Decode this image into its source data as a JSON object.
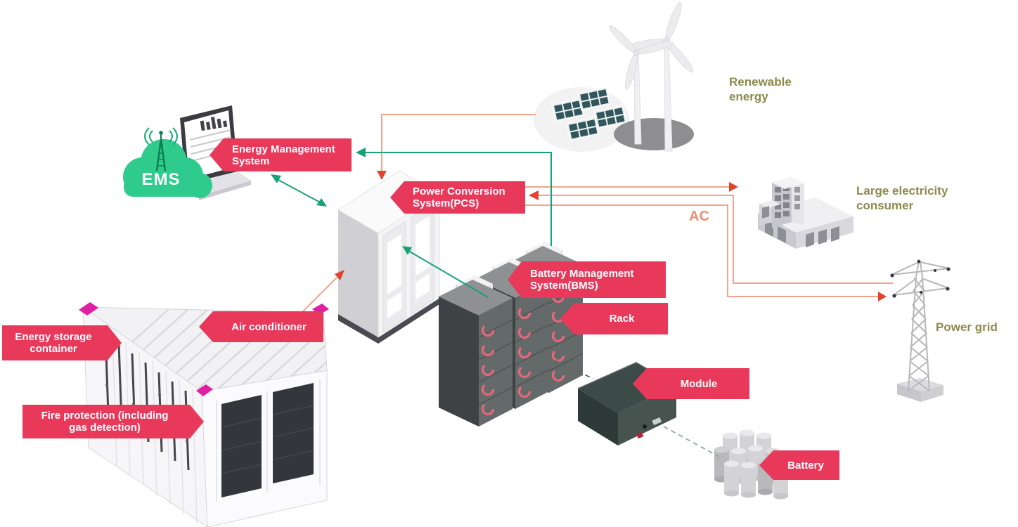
{
  "banners": {
    "ems": {
      "line1": "Energy Management",
      "line2": "System"
    },
    "pcs": {
      "line1": "Power Conversion",
      "line2": "System(PCS)"
    },
    "bms": {
      "line1": "Battery Management",
      "line2": "System(BMS)"
    },
    "rack": {
      "label": "Rack"
    },
    "module": {
      "label": "Module"
    },
    "battery": {
      "label": "Battery"
    },
    "air_conditioner": {
      "label": "Air conditioner"
    },
    "storage_container": {
      "line1": "Energy storage",
      "line2": "container"
    },
    "fire_protection": {
      "line1": "Fire protection (including",
      "line2": "gas detection)"
    }
  },
  "side_labels": {
    "renewable": {
      "line1": "Renewable",
      "line2": "energy"
    },
    "consumer": {
      "line1": "Large electricity",
      "line2": "consumer"
    },
    "power_grid": {
      "label": "Power grid"
    },
    "ac": {
      "label": "AC"
    }
  },
  "cloud": {
    "label": "EMS"
  },
  "colors": {
    "banner_red": "#e8395b",
    "label_olive": "#8b8a4d",
    "line_salmon": "#f0977f",
    "arrow_red": "#e2412c",
    "link_green": "#18a377",
    "cloud_green": "#2fcb8d",
    "antenna_green": "#0b7e4e",
    "corner_magenta": "#e020a4",
    "ac_salmon": "#ed8f73",
    "module_dark": "#3d4b48",
    "rack_gray": "#666c6c"
  }
}
